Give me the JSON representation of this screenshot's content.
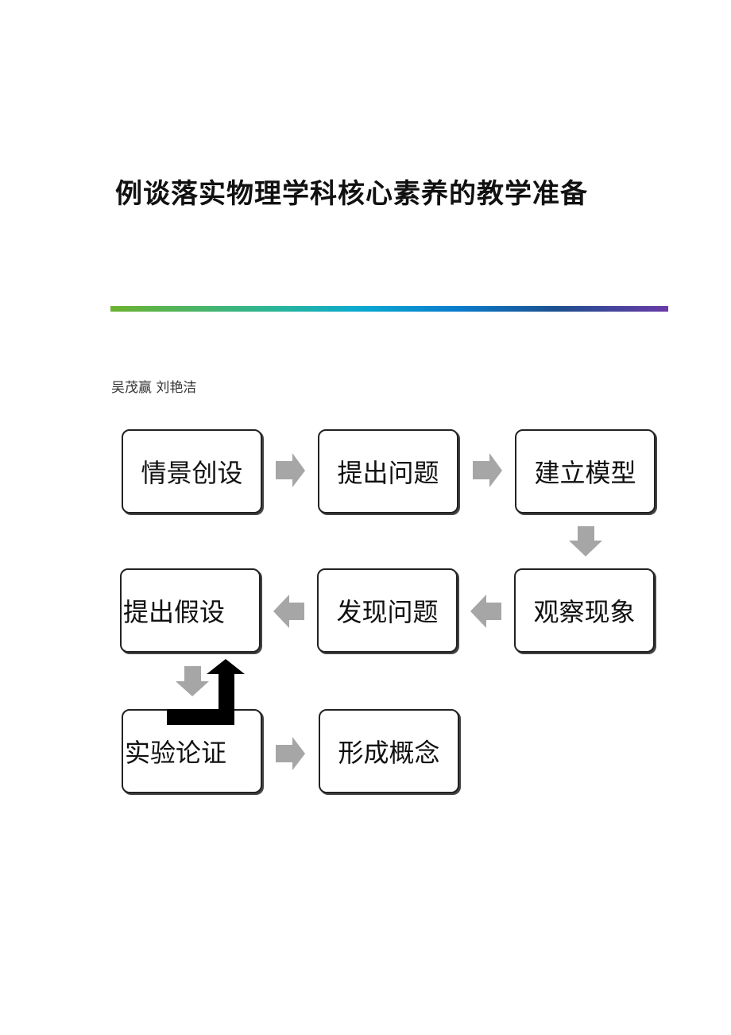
{
  "document": {
    "title": "例谈落实物理学科核心素养的教学准备",
    "authors": "吴茂赢  刘艳洁"
  },
  "flowchart": {
    "steps": [
      "情景创设",
      "提出问题",
      "建立模型",
      "观察现象",
      "发现问题",
      "提出假设",
      "实验论证",
      "形成概念"
    ],
    "arrow_color": "#a6a6a6",
    "feedback_arrow_color": "#000000"
  }
}
